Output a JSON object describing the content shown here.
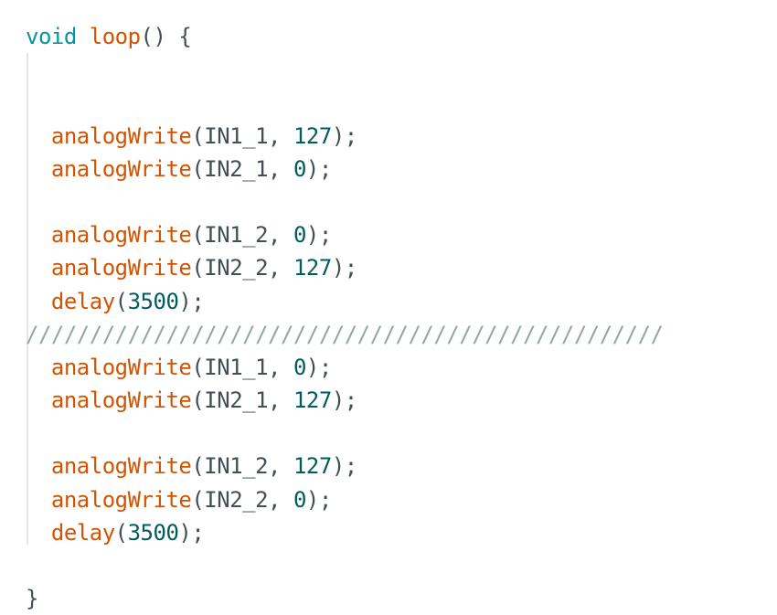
{
  "editor": {
    "language": "Arduino C++",
    "colors": {
      "keyword": "#00979d",
      "function": "#d35400",
      "number": "#005c5f",
      "plain": "#434f54",
      "comment": "#95a5a6",
      "indent_guide": "#e6e6e6",
      "background": "#ffffff"
    },
    "lines": [
      {
        "indent": "",
        "tokens": [
          {
            "text": "void",
            "type": "keyword"
          },
          {
            "text": " ",
            "type": "plain"
          },
          {
            "text": "loop",
            "type": "function"
          },
          {
            "text": "() {",
            "type": "plain"
          }
        ]
      },
      {
        "indent": "",
        "tokens": []
      },
      {
        "indent": "",
        "tokens": []
      },
      {
        "indent": "  ",
        "tokens": [
          {
            "text": "analogWrite",
            "type": "function"
          },
          {
            "text": "(IN1_1, ",
            "type": "plain"
          },
          {
            "text": "127",
            "type": "number"
          },
          {
            "text": ");",
            "type": "plain"
          }
        ]
      },
      {
        "indent": "  ",
        "tokens": [
          {
            "text": "analogWrite",
            "type": "function"
          },
          {
            "text": "(IN2_1, ",
            "type": "plain"
          },
          {
            "text": "0",
            "type": "number"
          },
          {
            "text": ");",
            "type": "plain"
          }
        ]
      },
      {
        "indent": "",
        "tokens": []
      },
      {
        "indent": "  ",
        "tokens": [
          {
            "text": "analogWrite",
            "type": "function"
          },
          {
            "text": "(IN1_2, ",
            "type": "plain"
          },
          {
            "text": "0",
            "type": "number"
          },
          {
            "text": ");",
            "type": "plain"
          }
        ]
      },
      {
        "indent": "  ",
        "tokens": [
          {
            "text": "analogWrite",
            "type": "function"
          },
          {
            "text": "(IN2_2, ",
            "type": "plain"
          },
          {
            "text": "127",
            "type": "number"
          },
          {
            "text": ");",
            "type": "plain"
          }
        ]
      },
      {
        "indent": "  ",
        "tokens": [
          {
            "text": "delay",
            "type": "function"
          },
          {
            "text": "(",
            "type": "plain"
          },
          {
            "text": "3500",
            "type": "number"
          },
          {
            "text": ");",
            "type": "plain"
          }
        ]
      },
      {
        "indent": "",
        "tokens": [
          {
            "text": "//////////////////////////////////////////////////",
            "type": "comment"
          }
        ]
      },
      {
        "indent": "  ",
        "tokens": [
          {
            "text": "analogWrite",
            "type": "function"
          },
          {
            "text": "(IN1_1, ",
            "type": "plain"
          },
          {
            "text": "0",
            "type": "number"
          },
          {
            "text": ");",
            "type": "plain"
          }
        ]
      },
      {
        "indent": "  ",
        "tokens": [
          {
            "text": "analogWrite",
            "type": "function"
          },
          {
            "text": "(IN2_1, ",
            "type": "plain"
          },
          {
            "text": "127",
            "type": "number"
          },
          {
            "text": ");",
            "type": "plain"
          }
        ]
      },
      {
        "indent": "",
        "tokens": []
      },
      {
        "indent": "  ",
        "tokens": [
          {
            "text": "analogWrite",
            "type": "function"
          },
          {
            "text": "(IN1_2, ",
            "type": "plain"
          },
          {
            "text": "127",
            "type": "number"
          },
          {
            "text": ");",
            "type": "plain"
          }
        ]
      },
      {
        "indent": "  ",
        "tokens": [
          {
            "text": "analogWrite",
            "type": "function"
          },
          {
            "text": "(IN2_2, ",
            "type": "plain"
          },
          {
            "text": "0",
            "type": "number"
          },
          {
            "text": ");",
            "type": "plain"
          }
        ]
      },
      {
        "indent": "  ",
        "tokens": [
          {
            "text": "delay",
            "type": "function"
          },
          {
            "text": "(",
            "type": "plain"
          },
          {
            "text": "3500",
            "type": "number"
          },
          {
            "text": ");",
            "type": "plain"
          }
        ]
      },
      {
        "indent": "",
        "tokens": []
      },
      {
        "indent": "",
        "tokens": [
          {
            "text": "}",
            "type": "plain"
          }
        ]
      }
    ]
  }
}
